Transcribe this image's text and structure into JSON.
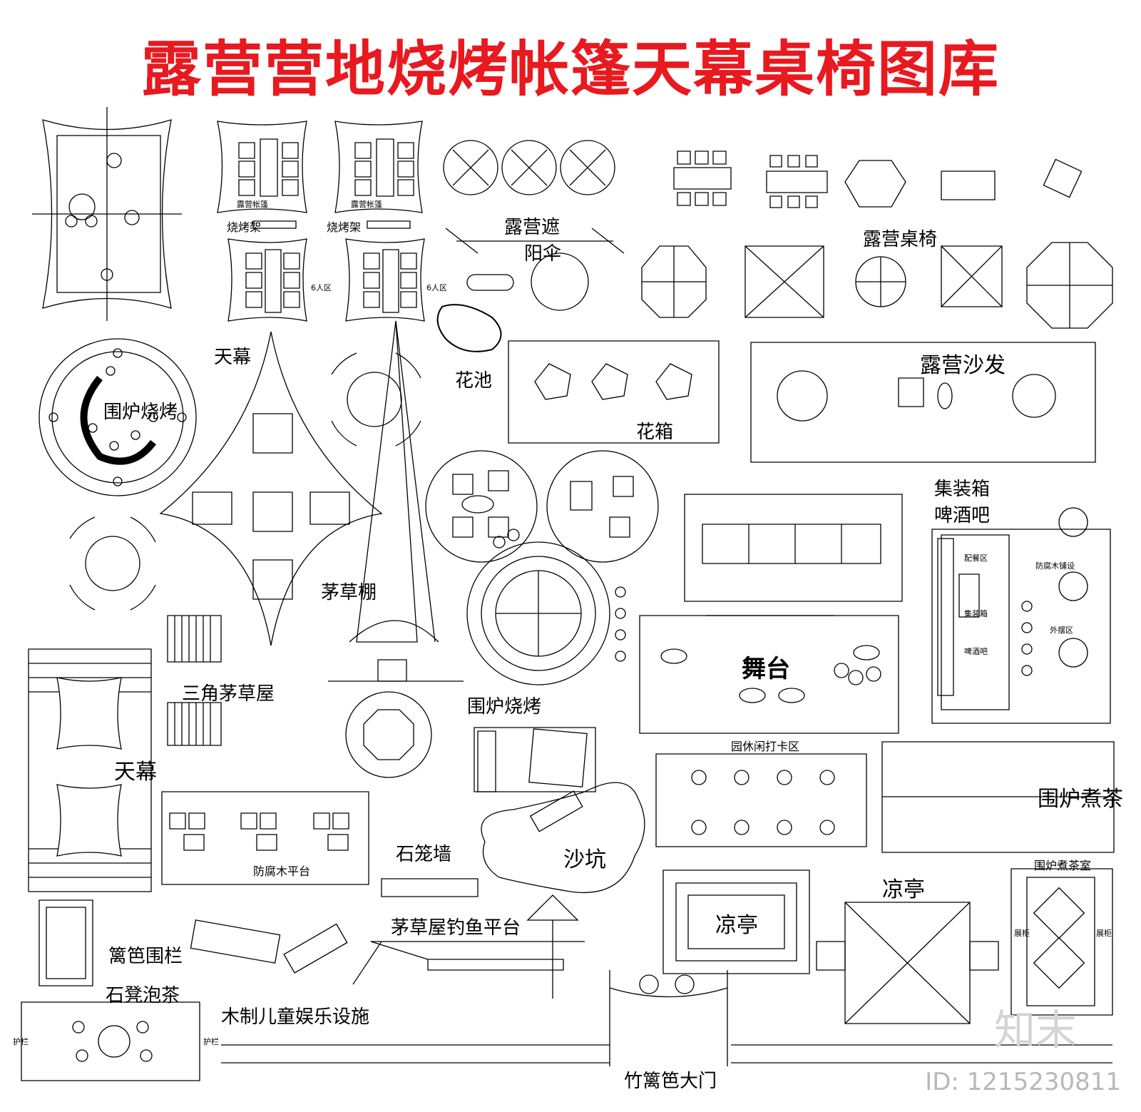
{
  "title": "露营营地烧烤帐篷天幕桌椅图库",
  "labels": {
    "bbq_rack_1": "烧烤架",
    "bbq_rack_2": "烧烤架",
    "tent_1": "露营帐篷",
    "tent_2": "露营帐篷",
    "six_zone_1": "6人区",
    "six_zone_2": "6人区",
    "canopy_top": "天幕",
    "camp_umbrella_1": "露营遮",
    "camp_umbrella_2": "阳伞",
    "camp_table_chair": "露营桌椅",
    "fire_bbq_left": "围炉烧烤",
    "flower_pool": "花池",
    "flower_box": "花箱",
    "camp_sofa": "露营沙发",
    "thatched_shed": "茅草棚",
    "container_bar_1": "集装箱",
    "container_bar_2": "啤酒吧",
    "dining_zone": "配餐区",
    "wood_deck": "防腐木铺设",
    "outdoor_zone": "外摆区",
    "container": "集装箱",
    "beer_bar": "啤酒吧",
    "triangle_thatch": "三角茅草屋",
    "fire_bbq_center": "围炉烧烤",
    "stage": "舞台",
    "canopy_left": "天幕",
    "leisure_zone": "园休闲打卡区",
    "fire_tea": "围炉煮茶",
    "wood_platform": "防腐木平台",
    "gabion_wall": "石笼墙",
    "sand_pit": "沙坑",
    "pavilion_1": "凉亭",
    "pavilion_2": "凉亭",
    "fire_tea_room": "围炉煮茶室",
    "fence": "篱笆围栏",
    "fishing_platform": "茅草屋钓鱼平台",
    "stone_tea": "石凳泡茶",
    "railing_1": "护栏",
    "railing_2": "护栏",
    "kids_play": "木制儿童娱乐设施",
    "bamboo_gate": "竹篱笆大门",
    "cabinet_1": "展柜",
    "cabinet_2": "展柜"
  },
  "watermark": {
    "logo": "知末",
    "id": "ID: 1215230811"
  },
  "colors": {
    "title": "#e8191f",
    "line": "#000000",
    "watermark": "#cccccc"
  }
}
